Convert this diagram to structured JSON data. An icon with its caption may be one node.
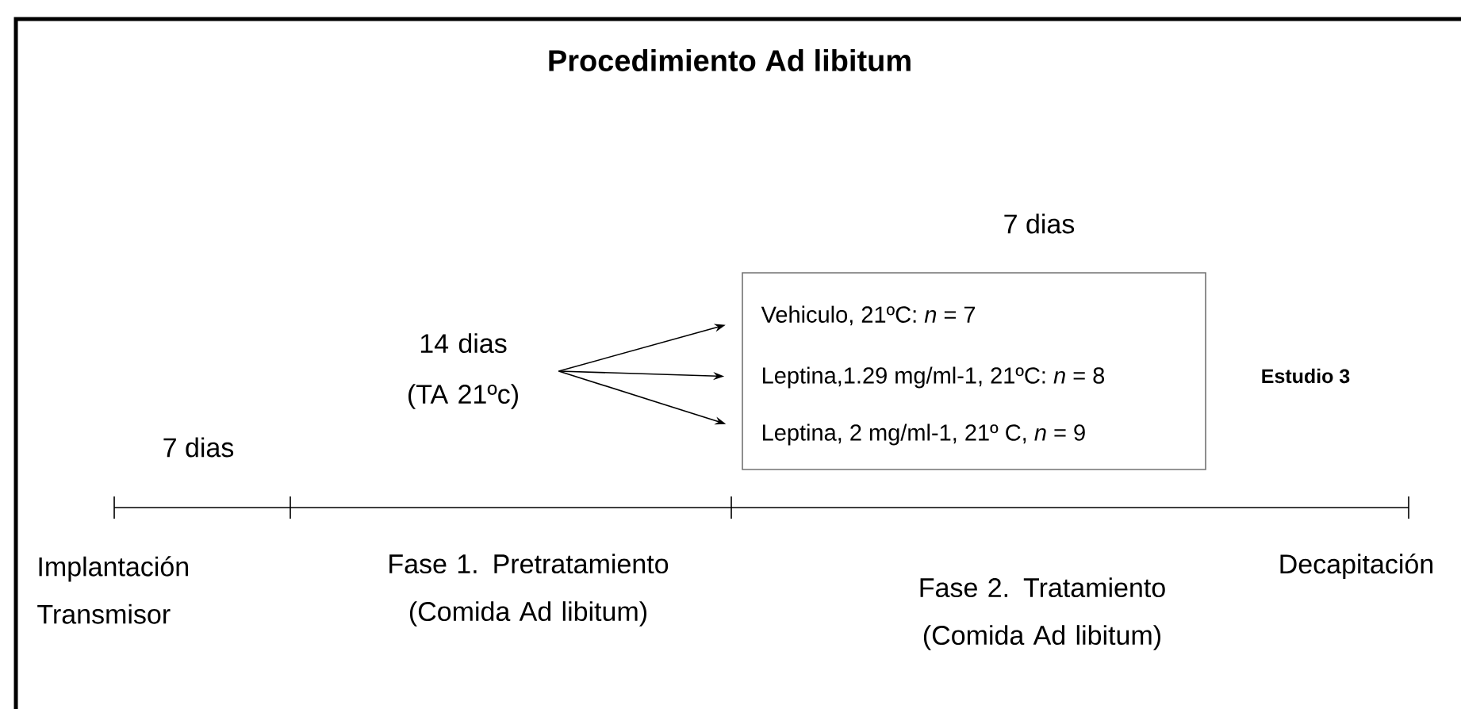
{
  "diagram": {
    "title": "Procedimiento Ad libitum",
    "nodes": [
      {
        "text": [
          "14 dias (TA 21ºc)"
        ]
      },
      {
        "text": [],
        "shape": "box"
      },
      {
        "text": [
          "Vehiculo, 21ºC: *n* = 7"
        ],
        "in": 1
      },
      {
        "text": [
          "Leptina,1.29 mg/ml-1, 21ºC: *n* = 8"
        ],
        "in": 1
      },
      {
        "text": [
          "Leptina, 2 mg/ml-1, 21º C, *n* = 9"
        ],
        "in": 1
      }
    ],
    "edges": [
      {
        "from": 0,
        "to": 2,
        "arrow": "to"
      },
      {
        "from": 0,
        "to": 3,
        "arrow": "to"
      },
      {
        "from": 0,
        "to": 4,
        "arrow": "to"
      }
    ],
    "labels": [
      "7 dias",
      "Estudio 3",
      "7 dias",
      "Implantación Transmisor",
      "Fase 1. Pretratamiento (Comida Ad libitum)",
      "Fase 2. Tratamiento (Comida Ad libitum)",
      "Decapitación"
    ]
  }
}
